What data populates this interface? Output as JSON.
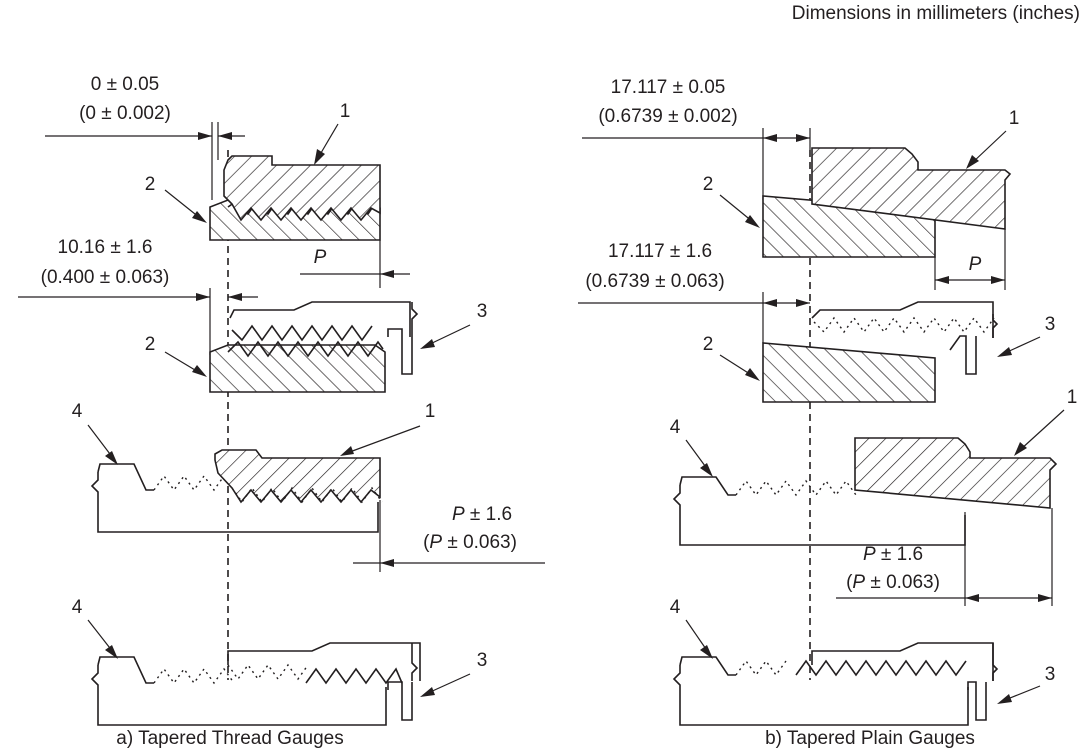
{
  "header": {
    "units_note": "Dimensions in millimeters (inches)"
  },
  "panel_a": {
    "caption": "a) Tapered Thread Gauges",
    "dim1": {
      "metric": "0 ± 0.05",
      "inch": "(0 ± 0.002)"
    },
    "dim2": {
      "metric": "10.16 ± 1.6",
      "inch": "(0.400 ± 0.063)"
    },
    "dim3": {
      "symbol": "P",
      "metric_suffix": " ± 1.6",
      "inch_prefix": "(",
      "inch_suffix": " ± 0.063)"
    },
    "p_label": "P"
  },
  "panel_b": {
    "caption": "b) Tapered Plain Gauges",
    "dim1": {
      "metric": "17.117 ± 0.05",
      "inch": "(0.6739 ± 0.002)"
    },
    "dim2": {
      "metric": "17.117 ± 1.6",
      "inch": "(0.6739 ± 0.063)"
    },
    "dim3": {
      "symbol": "P",
      "metric_suffix": " ± 1.6",
      "inch_prefix": "(",
      "inch_suffix": " ± 0.063)"
    },
    "p_label": "P"
  },
  "callouts": {
    "one": "1",
    "two": "2",
    "three": "3",
    "four": "4"
  }
}
